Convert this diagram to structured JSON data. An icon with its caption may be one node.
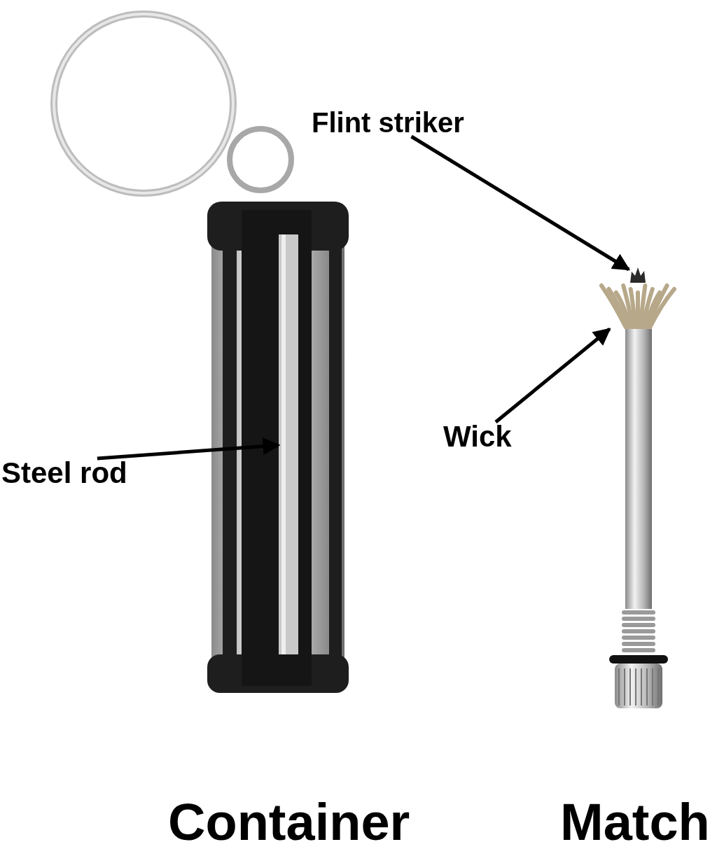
{
  "diagram": {
    "nodes": [
      {
        "text": [
          "Flint striker"
        ]
      },
      {
        "text": [],
        "shape": "picture"
      },
      {
        "text": [],
        "shape": "picture"
      },
      {
        "text": [
          "Wick"
        ]
      },
      {
        "text": [],
        "shape": "picture"
      },
      {
        "text": [
          "Steel rod"
        ]
      }
    ],
    "edges": [
      {
        "from": 0,
        "to": 1,
        "arrow": "to"
      },
      {
        "from": 3,
        "to": 2,
        "arrow": "to"
      },
      {
        "from": 5,
        "to": 4,
        "arrow": "to"
      }
    ],
    "labels": [
      "Container",
      "Match"
    ]
  }
}
